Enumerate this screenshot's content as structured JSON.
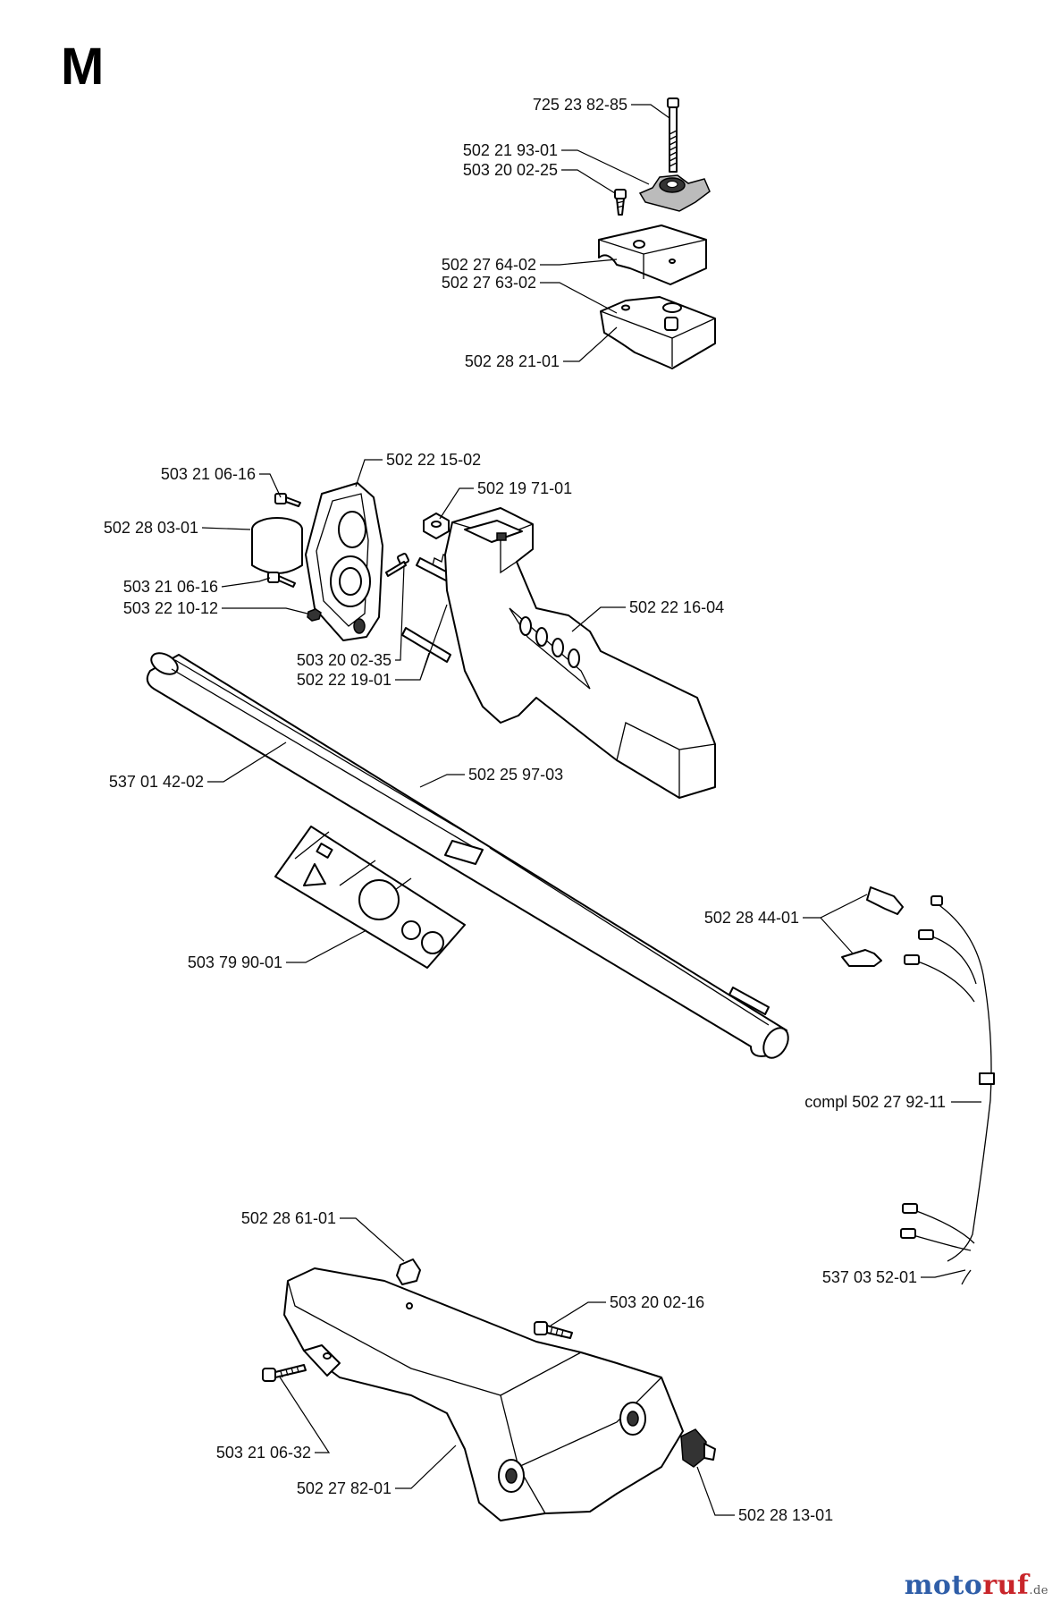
{
  "section": "M",
  "watermark": {
    "part_a": "moto",
    "part_b": "ruf",
    "part_c": "",
    "part_d": ".de"
  },
  "labels": {
    "bolt_top": "725 23 82-85",
    "wing_knob": "502 21 93-01",
    "screw_small": "503 20 02-25",
    "clamp_upper": "502 27 64-02",
    "clamp_lower": "502 27 63-02",
    "clamp_base": "502 28 21-01",
    "screw_a": "503 21 06-16",
    "handle_plate": "502 22 15-02",
    "nut_square": "502 19 71-01",
    "bushing": "502 28 03-01",
    "screw_b": "503 21 06-16",
    "nut_b": "503 22 10-12",
    "handle_main": "502 22 16-04",
    "screw_c": "503 20 02-35",
    "spring": "502 22 19-01",
    "tube": "537 01 42-02",
    "shaft": "502 25 97-03",
    "decal": "503 79 90-01",
    "connector": "502 28 44-01",
    "harness": "compl 502 27 92-11",
    "harness_end": "537 03 52-01",
    "clip": "502 28 61-01",
    "screw_d": "503 20 02-16",
    "screw_e": "503 21 06-32",
    "housing": "502 27 82-01",
    "grommet": "502 28 13-01"
  }
}
